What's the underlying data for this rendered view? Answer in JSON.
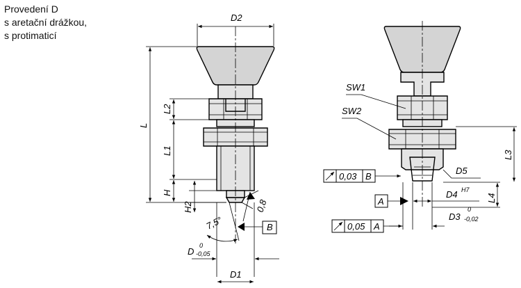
{
  "caption": {
    "line1": "Provedení D",
    "line2": "s aretační drážkou,",
    "line3": "s protimaticí"
  },
  "dims_left": {
    "D2": "D2",
    "L": "L",
    "L2": "L2",
    "L1": "L1",
    "H": "H",
    "H2": "H2",
    "angle": "7,5°",
    "chamfer": "0,8",
    "datum_B": "B",
    "D": "D",
    "D_tol_upper": "0",
    "D_tol_lower": "-0,05",
    "D1": "D1"
  },
  "dims_right": {
    "SW1": "SW1",
    "SW2": "SW2",
    "tol1_value": "0,03",
    "tol1_datum": "B",
    "D5": "D5",
    "L3": "L3",
    "datum_A": "A",
    "D4": "D4",
    "D4_fit": "H7",
    "L4": "L4",
    "tol2_value": "0,05",
    "tol2_datum": "A",
    "D3": "D3",
    "D3_tol_upper": "0",
    "D3_tol_lower": "-0,02"
  },
  "colors": {
    "line": "#000000",
    "part_fill": "#e4e4e4",
    "head_fill": "#d4d4d4"
  }
}
